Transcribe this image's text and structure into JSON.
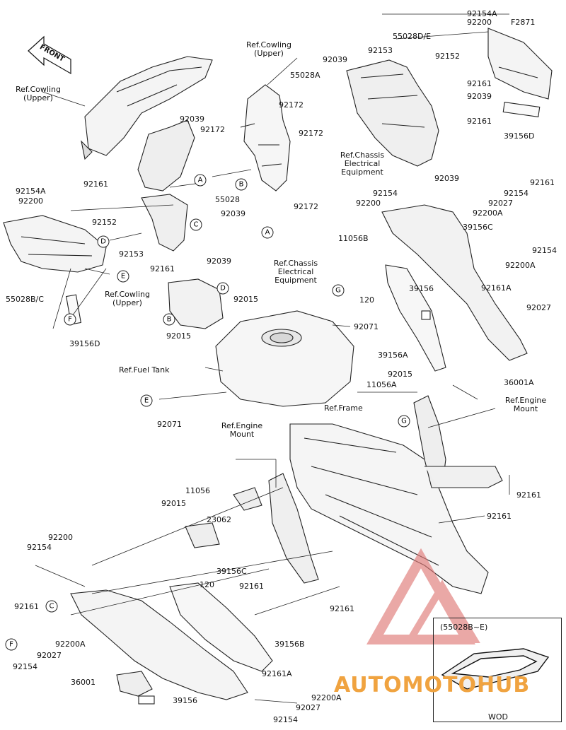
{
  "diagram": {
    "figure_code": "F2871",
    "front_label": "FRONT",
    "inset_caption": "(55028B~E)",
    "inset_note": "WOD",
    "watermark": {
      "brand": "AUTOMOTOHUB",
      "color_main": "#e07a78",
      "color_accent": "#f0a340"
    },
    "labels": {
      "p92154A_top": "92154A",
      "p92200_top": "92200",
      "p55028DE": "55028D/E",
      "p92153_top": "92153",
      "p92152_top": "92152",
      "p92039_t1": "92039",
      "p55028A": "55028A",
      "p92161_t1": "92161",
      "p92039_t2": "92039",
      "p92172_t1": "92172",
      "p92161_t2": "92161",
      "p92172_t2": "92172",
      "p39156D_r": "39156D",
      "ref_chassis_1": "Ref.Chassis\nElectrical\nEquipment",
      "p92039_t3": "92039",
      "ref_cowl_upper_1": "Ref.Cowling\n(Upper)",
      "ref_cowl_upper_2": "Ref.Cowling\n(Upper)",
      "p92039_m1": "92039",
      "p92172_m1": "92172",
      "p55028": "55028",
      "p92039_m2": "92039",
      "p92039_m3": "92039",
      "p92154A_l": "92154A",
      "p92200_l": "92200",
      "p92161_l": "92161",
      "p92152_l": "92152",
      "p92153_l": "92153",
      "p92161_l2": "92161",
      "p55028BC": "55028B/C",
      "p39156D_l": "39156D",
      "ref_cowl_upper_3": "Ref.Cowling\n(Upper)",
      "p92172_c": "92172",
      "ref_chassis_2": "Ref.Chassis\nElectrical\nEquipment",
      "p11056B": "11056B",
      "p120_a": "120",
      "p92015_a": "92015",
      "p92015_b": "92015",
      "p92071_a": "92071",
      "ref_fuel_tank": "Ref.Fuel Tank",
      "p92071_b": "92071",
      "p92161_r1": "92161",
      "p92154_r1": "92154",
      "p92200_r1": "92200",
      "p92154_r2": "92154",
      "p92027_r1": "92027",
      "p92200A_r1": "92200A",
      "p39156C_r": "39156C",
      "p92154_r3": "92154",
      "p92200A_r2": "92200A",
      "p92161A_r": "92161A",
      "p92027_r2": "92027",
      "p39156_r": "39156",
      "p39156A": "39156A",
      "p92015_c": "92015",
      "p11056A": "11056A",
      "p36001A": "36001A",
      "ref_engine_mount_1": "Ref.Engine\nMount",
      "ref_frame": "Ref.Frame",
      "ref_engine_mount_2": "Ref.Engine\nMount",
      "p11056": "11056",
      "p92015_d": "92015",
      "p92161_fr": "92161",
      "p92161_fr2": "92161",
      "p23062": "23062",
      "p120_b": "120",
      "p92200_lo": "92200",
      "p92154_lo": "92154",
      "p39156C_lo": "39156C",
      "p92161_lo1": "92161",
      "p92161_lo2": "92161",
      "p92161_lo3": "92161",
      "p92200A_lo": "92200A",
      "p92027_lo": "92027",
      "p92154_lo2": "92154",
      "p39156B": "39156B",
      "p92161A_lo": "92161A",
      "p36001": "36001",
      "p39156_lo": "39156",
      "p92200A_lo2": "92200A",
      "p92027_lo2": "92027",
      "p92154_lo3": "92154"
    },
    "callouts": {
      "A1": "A",
      "B1": "B",
      "C1": "C",
      "D1": "D",
      "E1": "E",
      "F1": "F",
      "A2": "A",
      "D2": "D",
      "B2": "B",
      "E2": "E",
      "G1": "G",
      "G2": "G",
      "C2": "C",
      "F2": "F"
    }
  }
}
